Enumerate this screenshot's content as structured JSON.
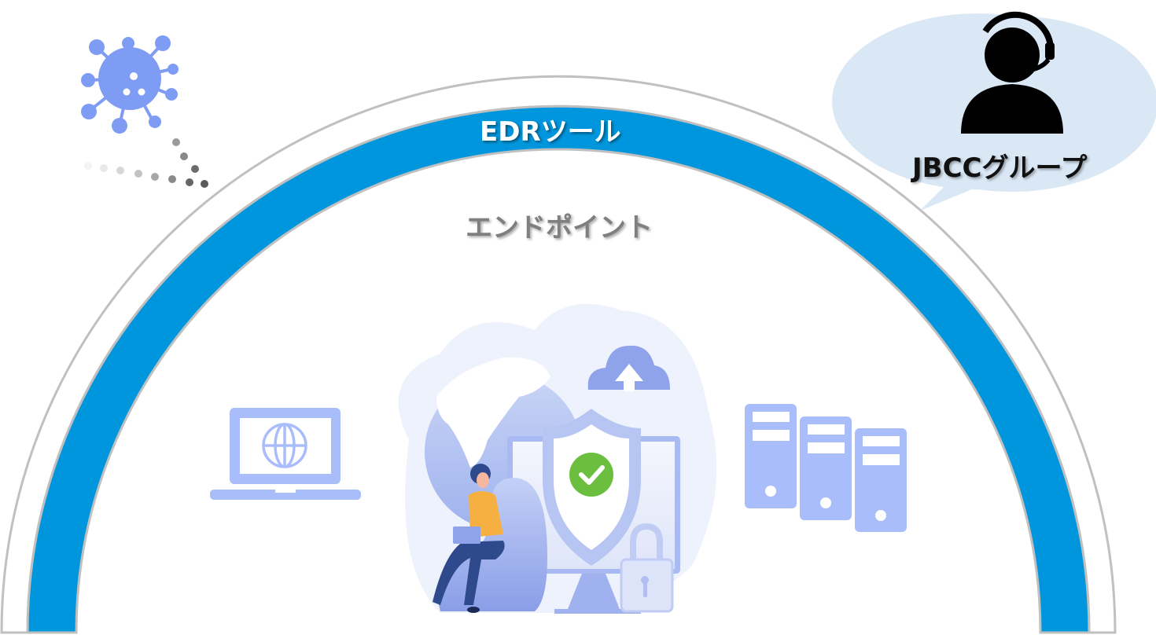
{
  "diagram": {
    "arc_label": "EDRツール",
    "inner_label": "エンドポイント",
    "provider_label": "JBCCグループ",
    "icons": {
      "threat": "virus-icon",
      "provider": "support-operator-headset-icon",
      "device_laptop": "laptop-globe-icon",
      "device_servers": "server-tower-icon",
      "central_illustration": "security-shield-illustration"
    },
    "colors": {
      "arc_blue": "#0096dd",
      "arc_outline": "#c0c0c0",
      "virus": "#7f9cf5",
      "device_icons": "#aabdfb",
      "bubble": "#dae8f6",
      "operator": "#000000",
      "check_green": "#6cbf3e",
      "shirt": "#f5b041",
      "pants": "#2f4a8c"
    }
  }
}
